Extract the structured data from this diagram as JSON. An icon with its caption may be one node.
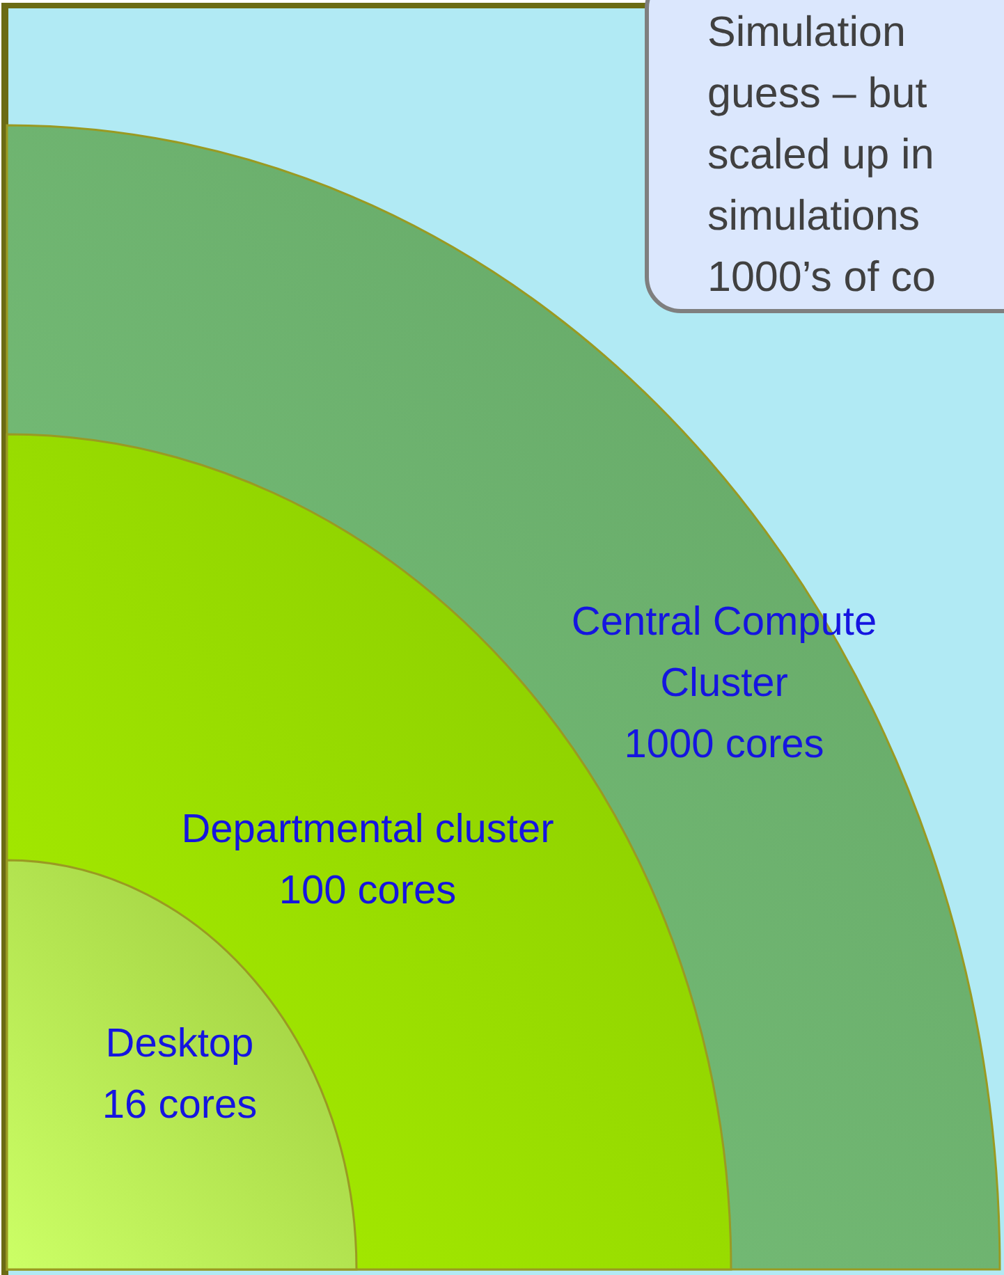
{
  "diagram": {
    "nodes": [
      {
        "text": [
          "Central Compute Cluster",
          "1000 cores"
        ]
      },
      {
        "text": [
          "Departmental cluster",
          "100 cores"
        ],
        "in": 0
      },
      {
        "text": [
          "Desktop",
          "16 cores"
        ],
        "in": 1
      },
      {
        "text": [
          "Simulation guess – but scaled up in simulations 1000’s of co"
        ]
      }
    ]
  }
}
